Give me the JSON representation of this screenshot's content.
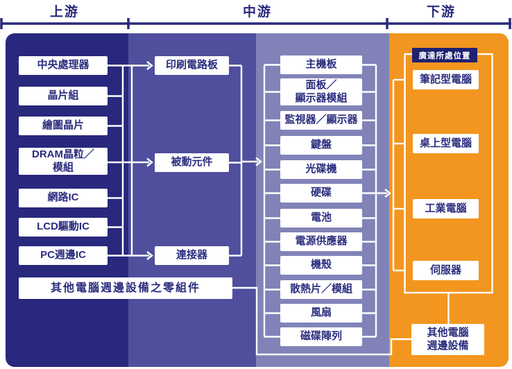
{
  "header": {
    "labels": [
      "上游",
      "中游",
      "下游"
    ]
  },
  "upstream": {
    "items": [
      "中央處理器",
      "晶片組",
      "繪圖晶片",
      "DRAM晶粒／\n模組",
      "網路IC",
      "LCD驅動IC",
      "PC週邊IC"
    ],
    "other": "其他電腦週邊設備之零組件"
  },
  "midstream": {
    "components": [
      "印刷電路板",
      "被動元件",
      "連接器"
    ],
    "products": [
      "主機板",
      "面板／\n顯示器模組",
      "監視器／顯示器",
      "鍵盤",
      "光碟機",
      "硬碟",
      "電池",
      "電源供應器",
      "機殼",
      "散熱片／模組",
      "風扇",
      "磁碟陣列"
    ]
  },
  "downstream": {
    "badge": "廣達所處位置",
    "products": [
      "筆記型電腦",
      "桌上型電腦",
      "工業電腦",
      "伺服器"
    ],
    "other": "其他電腦\n週邊設備"
  },
  "colors": {
    "upstream_column": "#28287d",
    "midstream_components_column": "#4f4f9e",
    "midstream_products_column": "#8183b8",
    "downstream_column": "#f2961f",
    "badge_background": "#1f2171",
    "box_background": "#ffffff",
    "box_text": "#2b2d7e",
    "connector_line": "#ffffff",
    "ruler_line": "#28287d"
  }
}
